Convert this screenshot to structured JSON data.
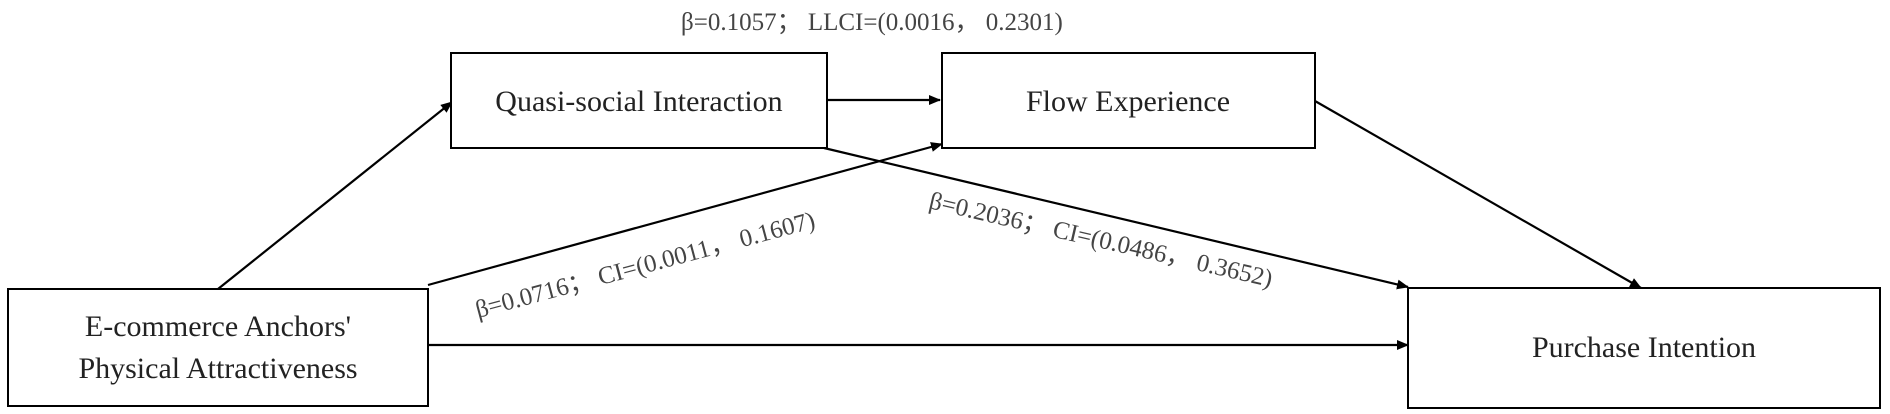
{
  "top_annotation": "β=0.1057； LLCI=(0.0016， 0.2301)",
  "nodes": {
    "quasi_social": "Quasi-social Interaction",
    "flow": "Flow Experience",
    "anchors_line1": "E-commerce Anchors'",
    "anchors_line2": "Physical Attractiveness",
    "purchase": "Purchase Intention"
  },
  "path_labels": {
    "anchors_to_flow": "β=0.0716； CI=(0.0011， 0.1607)",
    "quasi_to_purchase": "β=0.2036； CI=(0.0486， 0.3652)"
  },
  "colors": {
    "line": "#000000",
    "text": "#222222",
    "stat_text": "#444444"
  }
}
